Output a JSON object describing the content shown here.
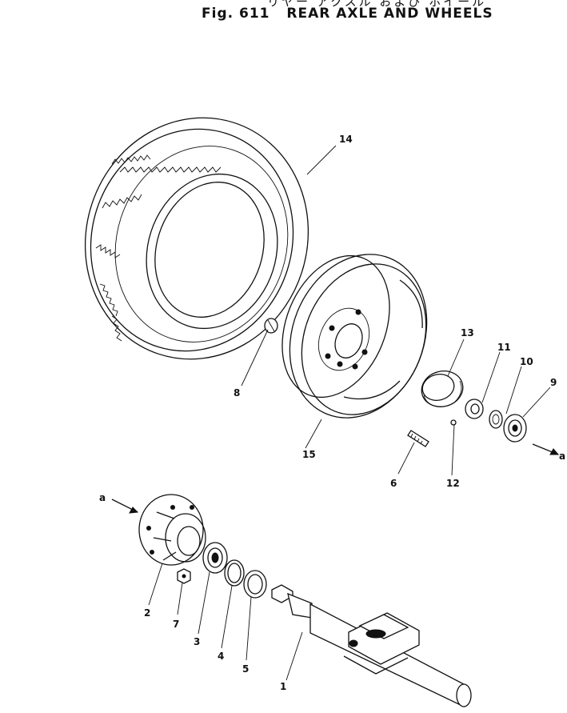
{
  "header": {
    "japanese_title": "リヤー アクスル および ホイール",
    "fig_number": "Fig. 611",
    "title": "REAR AXLE AND WHEELS"
  },
  "callouts": [
    "14",
    "8",
    "15",
    "13",
    "11",
    "10",
    "9",
    "6",
    "12",
    "a",
    "2",
    "7",
    "3",
    "4",
    "5",
    "1"
  ]
}
